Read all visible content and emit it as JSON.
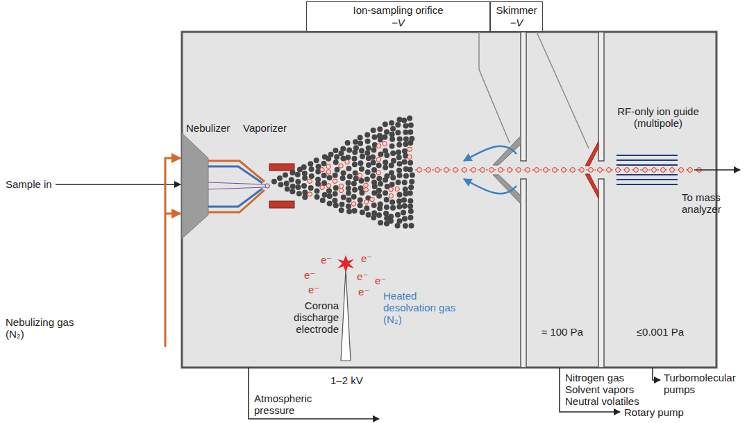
{
  "diagram": {
    "nodes": [
      {
        "text": [
          "Ion-sampling orifice",
          "−V"
        ]
      },
      {
        "text": [
          "Skimmer",
          "−V"
        ]
      }
    ],
    "labels": [
      "Sample in",
      "Nebulizer",
      "Vaporizer",
      "Nebulizing gas (N₂)",
      "Corona discharge electrode",
      "1–2 kV",
      "Heated desolvation gas (N₂)",
      "RF-only ion guide (multipole)",
      "To mass analyzer",
      "≈ 100 Pa",
      "≤0.001 Pa",
      "Atmospheric pressure",
      "Nitrogen gas",
      "Solvent vapors",
      "Neutral volatiles",
      "Turbomolecular pumps",
      "Rotary pump",
      "e⁻",
      "e⁻",
      "e⁻",
      "e⁻",
      "e⁻",
      "e⁻",
      "e⁻"
    ]
  }
}
